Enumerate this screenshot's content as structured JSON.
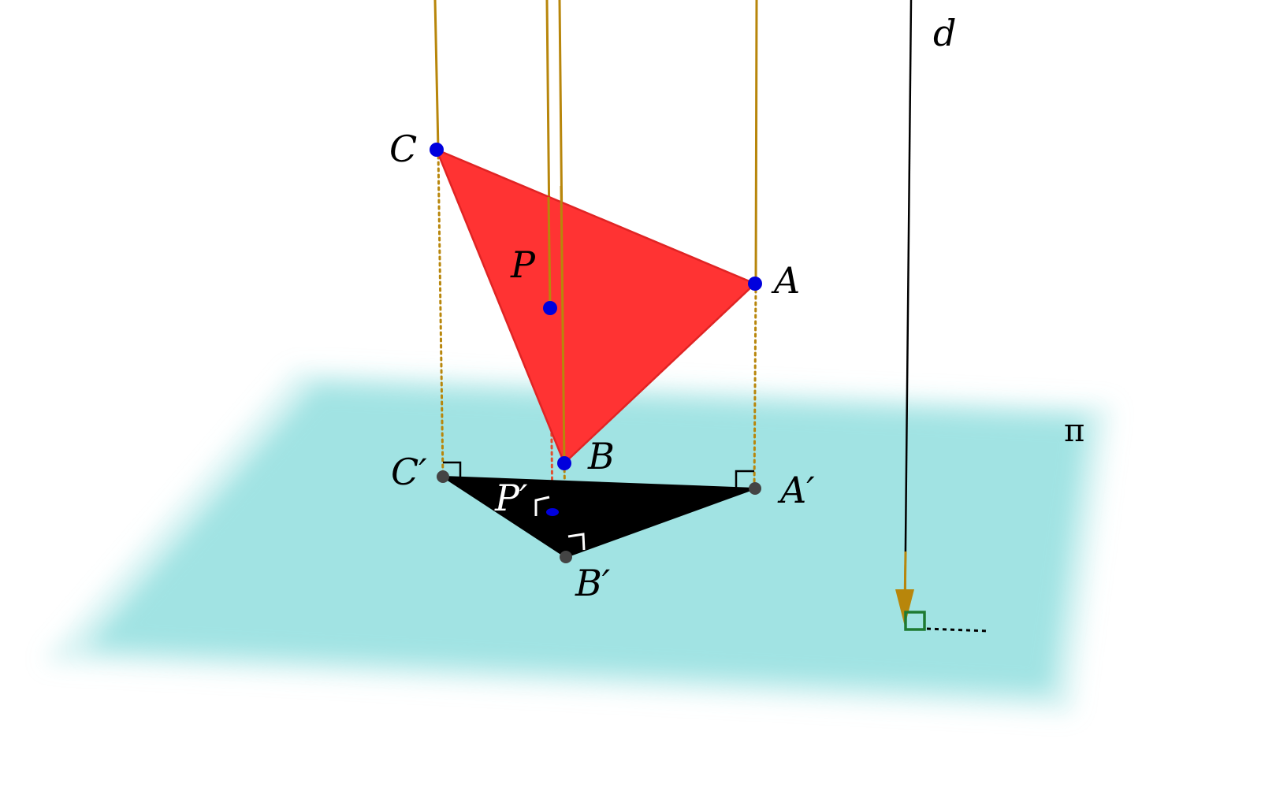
{
  "diagram": {
    "labels": {
      "C": "C",
      "A": "A",
      "B": "B",
      "P": "P",
      "C_prime": "C′",
      "A_prime": "A′",
      "B_prime": "B′",
      "P_prime": "P′",
      "d": "d",
      "pi": "π"
    },
    "colors": {
      "plane": "#96E0E0",
      "triangle": "#FF3333",
      "triangle_edge": "#E02424",
      "shadow": "#000000",
      "projection_line": "#B8860B",
      "point": "#0000DD",
      "shadow_point": "#444444",
      "line_d": "#000000",
      "right_angle_marker": "#1E7A32"
    }
  }
}
